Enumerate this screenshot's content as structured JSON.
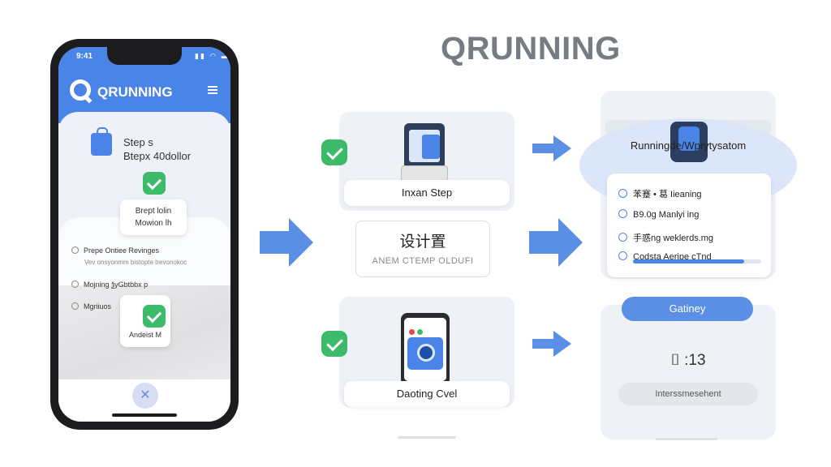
{
  "brand": {
    "title": "QRUNNING"
  },
  "phone": {
    "status_time": "9:41",
    "status_icons": "▮▮ ◠ ▬",
    "app_name": "QRUNNING",
    "step_line1": "Step s",
    "step_line2": "Btepx 40dollor",
    "popup1_line1": "Brept lolin",
    "popup1_line2": "Mowion lh",
    "list": [
      {
        "label": "Prepe Ontiee Revinges",
        "sub": "Vev onsyonmm bistopte trevonokoc"
      },
      {
        "label": "Mojning ѯyGbtbbx p"
      },
      {
        "label": "Mgriiuos"
      }
    ],
    "popup2_label": "Andeist M",
    "fab_glyph": "✕"
  },
  "middle": {
    "card1_label": "Inxan Step",
    "input_title": "设计置",
    "input_sub": "ANEM CTEMP OLDUFI",
    "card2_label": "Daoting Cvel"
  },
  "right": {
    "title": "Runningde/Wprytysatom",
    "list": [
      {
        "label": "苯蹇 • 葛 Iieaning"
      },
      {
        "label": "B9.0g Manlyi ing"
      },
      {
        "label": "手惑ng weklerds.mg"
      },
      {
        "label": "Codsta Aeripe cTnd"
      }
    ],
    "progress": 0.87,
    "button_label": "Gatiney",
    "timer": "⌷ :13",
    "pill_label": "Interssmesehent"
  },
  "colors": {
    "accent": "#4a84e6",
    "success": "#3dbb6a",
    "arrow": "#5b8fe6"
  }
}
